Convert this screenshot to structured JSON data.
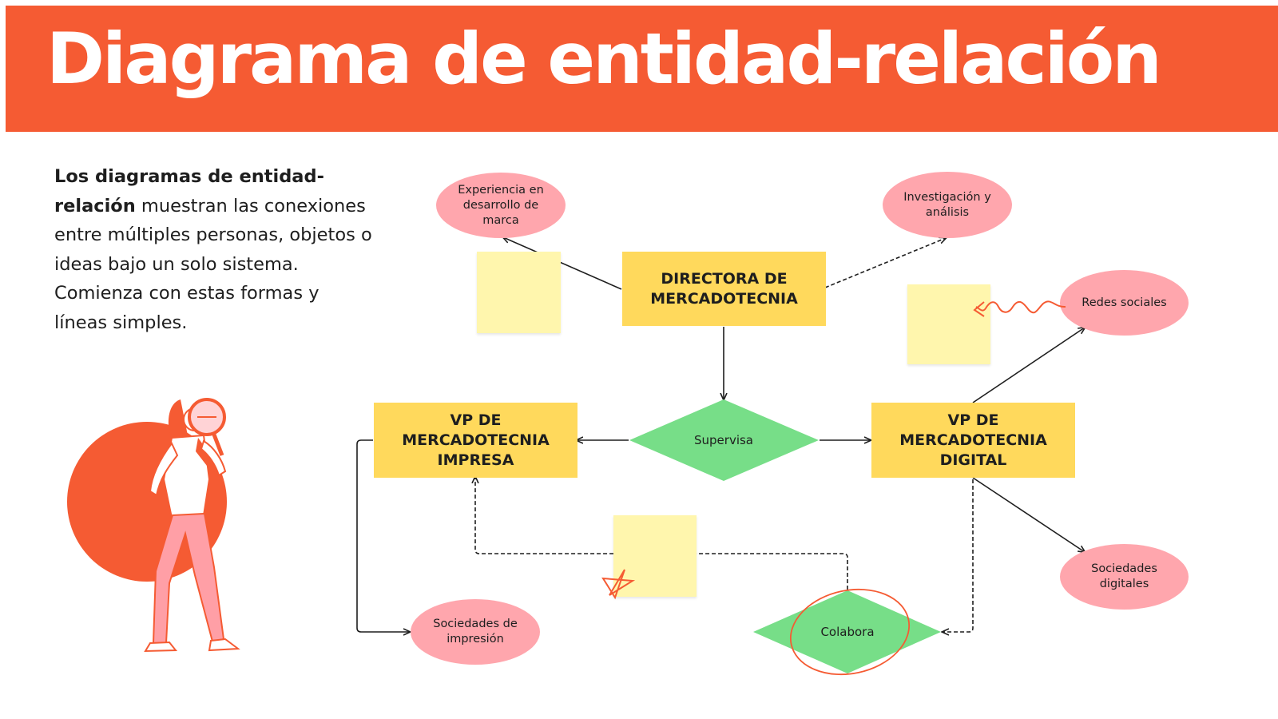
{
  "header": {
    "title": "Diagrama de entidad-relación"
  },
  "intro": {
    "bold": "Los diagramas de entidad-relación",
    "rest": " muestran las conexiones entre múltiples personas, objetos o ideas bajo un solo sistema. Comienza con estas formas y líneas simples."
  },
  "entities": {
    "director": "DIRECTORA DE MERCADOTECNIA",
    "vp_print": "VP DE MERCADOTECNIA IMPRESA",
    "vp_digital": "VP DE MERCADOTECNIA DIGITAL"
  },
  "relationships": {
    "supervisa": "Supervisa",
    "colabora": "Colabora"
  },
  "attributes": {
    "experiencia": "Experiencia en desarrollo de marca",
    "investigacion": "Investigación y análisis",
    "redes": "Redes sociales",
    "sociedades_digitales": "Sociedades digitales",
    "sociedades_impresion": "Sociedades de impresión"
  },
  "colors": {
    "header_bg": "#f55b33",
    "entity": "#ffd95c",
    "relationship": "#77de88",
    "attribute": "#ffa6ad",
    "sticky_note": "#fff6ad",
    "accent": "#f55b33"
  }
}
